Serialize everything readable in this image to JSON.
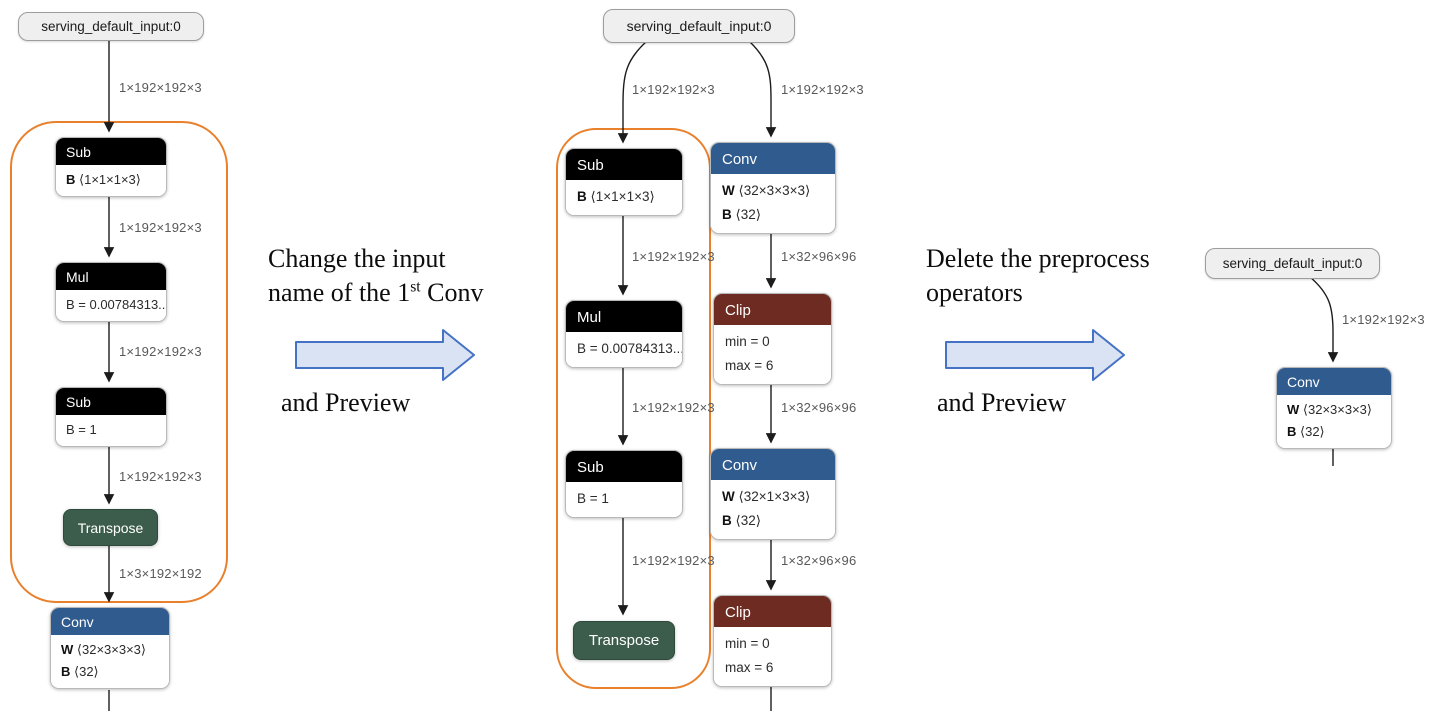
{
  "colors": {
    "conv_header": "#2F5B8E",
    "clip_header": "#6E2B21",
    "transpose_bg": "#3C5D4C",
    "black_header": "#000000",
    "group_outline": "#E8802C",
    "arrow_fill": "#DAE3F3",
    "arrow_stroke": "#4472C4"
  },
  "left_graph": {
    "input": "serving_default_input:0",
    "edge1": "1×192×192×3",
    "sub1": {
      "title": "Sub",
      "param_key": "B",
      "param_val": "⟨1×1×1×3⟩"
    },
    "edge2": "1×192×192×3",
    "mul": {
      "title": "Mul",
      "param": "B = 0.00784313..."
    },
    "edge3": "1×192×192×3",
    "sub2": {
      "title": "Sub",
      "param": "B = 1"
    },
    "edge4": "1×192×192×3",
    "transpose": {
      "title": "Transpose"
    },
    "edge5": "1×3×192×192",
    "conv": {
      "title": "Conv",
      "w_key": "W",
      "w_val": "⟨32×3×3×3⟩",
      "b_key": "B",
      "b_val": "⟨32⟩"
    }
  },
  "middle_graph": {
    "input": "serving_default_input:0",
    "left_branch": {
      "edge1": "1×192×192×3",
      "sub1": {
        "title": "Sub",
        "param_key": "B",
        "param_val": "⟨1×1×1×3⟩"
      },
      "edge2": "1×192×192×3",
      "mul": {
        "title": "Mul",
        "param": "B = 0.00784313..."
      },
      "edge3": "1×192×192×3",
      "sub2": {
        "title": "Sub",
        "param": "B = 1"
      },
      "edge4": "1×192×192×3",
      "transpose": {
        "title": "Transpose"
      }
    },
    "right_branch": {
      "edge1": "1×192×192×3",
      "conv1": {
        "title": "Conv",
        "w_key": "W",
        "w_val": "⟨32×3×3×3⟩",
        "b_key": "B",
        "b_val": "⟨32⟩"
      },
      "edge2": "1×32×96×96",
      "clip1": {
        "title": "Clip",
        "line1": "min = 0",
        "line2": "max = 6"
      },
      "edge3": "1×32×96×96",
      "conv2": {
        "title": "Conv",
        "w_key": "W",
        "w_val": "⟨32×1×3×3⟩",
        "b_key": "B",
        "b_val": "⟨32⟩"
      },
      "edge4": "1×32×96×96",
      "clip2": {
        "title": "Clip",
        "line1": "min = 0",
        "line2": "max = 6"
      }
    }
  },
  "right_graph": {
    "input": "serving_default_input:0",
    "edge1": "1×192×192×3",
    "conv": {
      "title": "Conv",
      "w_key": "W",
      "w_val": "⟨32×3×3×3⟩",
      "b_key": "B",
      "b_val": "⟨32⟩"
    }
  },
  "transition1": {
    "line1": "Change the input",
    "line2_pre": "name of the 1",
    "line2_sup": "st",
    "line2_post": " Conv",
    "line3": "and Preview"
  },
  "transition2": {
    "line1": "Delete the preprocess",
    "line2": "operators",
    "line3": "and Preview"
  }
}
